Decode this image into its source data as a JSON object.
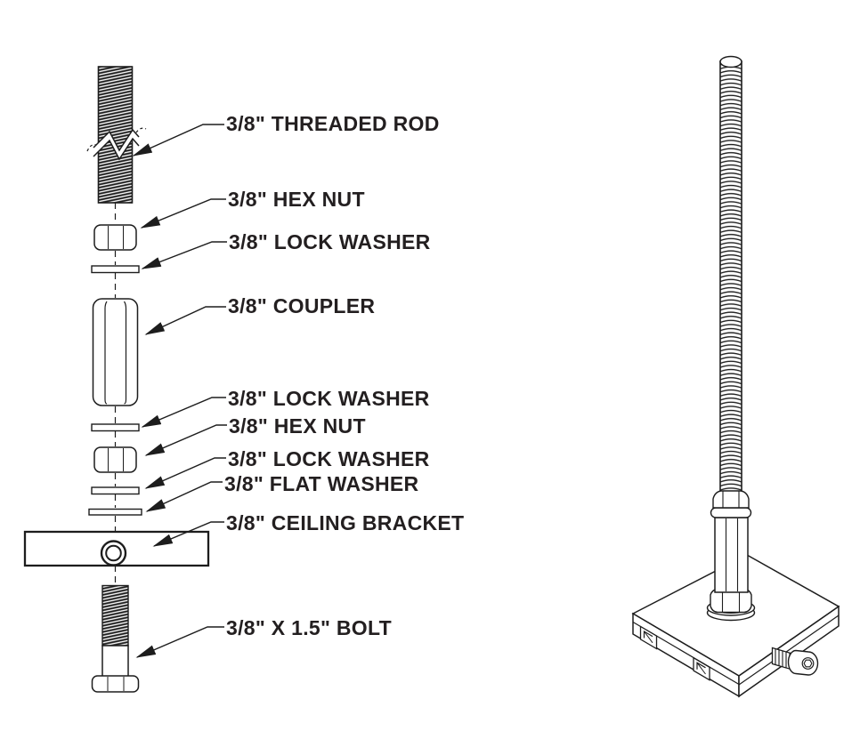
{
  "diagram": {
    "colors": {
      "background": "#ffffff",
      "line": "#1d1d1d",
      "text": "#231f20"
    },
    "labels": [
      {
        "id": "threaded-rod",
        "text": "3/8\" THREADED ROD"
      },
      {
        "id": "hex-nut-upper",
        "text": "3/8\" HEX NUT"
      },
      {
        "id": "lock-washer-upper",
        "text": "3/8\" LOCK WASHER"
      },
      {
        "id": "coupler",
        "text": "3/8\" COUPLER"
      },
      {
        "id": "lock-washer-middle",
        "text": "3/8\" LOCK WASHER"
      },
      {
        "id": "hex-nut-lower",
        "text": "3/8\" HEX NUT"
      },
      {
        "id": "lock-washer-lower",
        "text": "3/8\" LOCK WASHER"
      },
      {
        "id": "flat-washer",
        "text": "3/8\" FLAT WASHER"
      },
      {
        "id": "ceiling-bracket",
        "text": "3/8\" CEILING BRACKET"
      },
      {
        "id": "bolt",
        "text": "3/8\" X 1.5\" BOLT"
      }
    ]
  }
}
